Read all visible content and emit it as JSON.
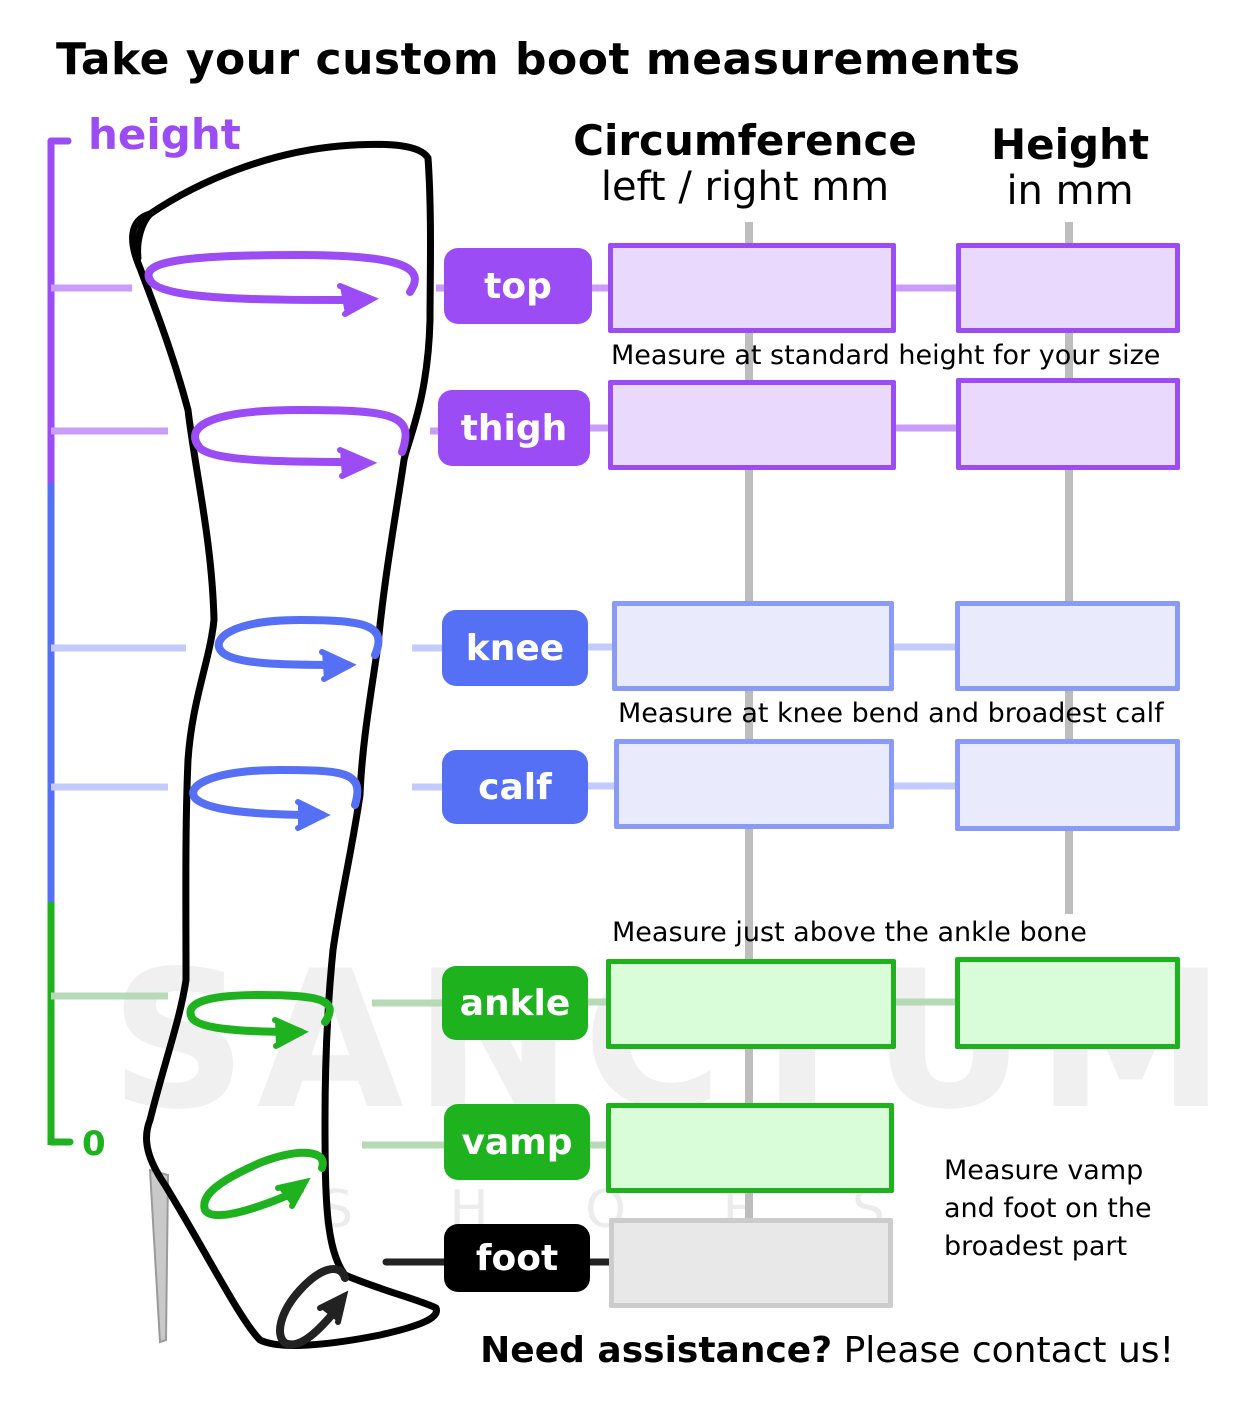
{
  "title": "Take your custom boot measurements",
  "height_label": "height",
  "zero_label": "0",
  "columns": {
    "circumference": {
      "title": "Circumference",
      "subtitle": "left / right mm"
    },
    "height": {
      "title": "Height",
      "subtitle": "in mm"
    }
  },
  "colors": {
    "purple": "#9b4cf5",
    "purple_fill": "#e8d9fd",
    "purple_line": "#c99cf9",
    "blue": "#5570f5",
    "blue_border": "#8a9bf7",
    "blue_fill": "#e9ebfd",
    "blue_line": "#c2cbfb",
    "green": "#1fb21f",
    "green_fill": "#d9fdd9",
    "green_line": "#b6d9b6",
    "black": "#000000",
    "gray_fill": "#e8e8e8",
    "gray_border": "#cccccc",
    "connector": "#bdbdbd"
  },
  "measurements": [
    {
      "id": "top",
      "label": "top"
    },
    {
      "id": "thigh",
      "label": "thigh"
    },
    {
      "id": "knee",
      "label": "knee"
    },
    {
      "id": "calf",
      "label": "calf"
    },
    {
      "id": "ankle",
      "label": "ankle"
    },
    {
      "id": "vamp",
      "label": "vamp"
    },
    {
      "id": "foot",
      "label": "foot"
    }
  ],
  "notes": {
    "top": "Measure at standard height for your size",
    "knee_calf": "Measure at knee bend and broadest calf",
    "ankle": "Measure just above the ankle bone",
    "vamp_foot": "Measure vamp and foot on the broadest part"
  },
  "footer": {
    "bold": "Need assistance?",
    "normal": "Please contact us!"
  },
  "watermark": {
    "brand": "SANCTUM",
    "sub": "S H O E S"
  }
}
